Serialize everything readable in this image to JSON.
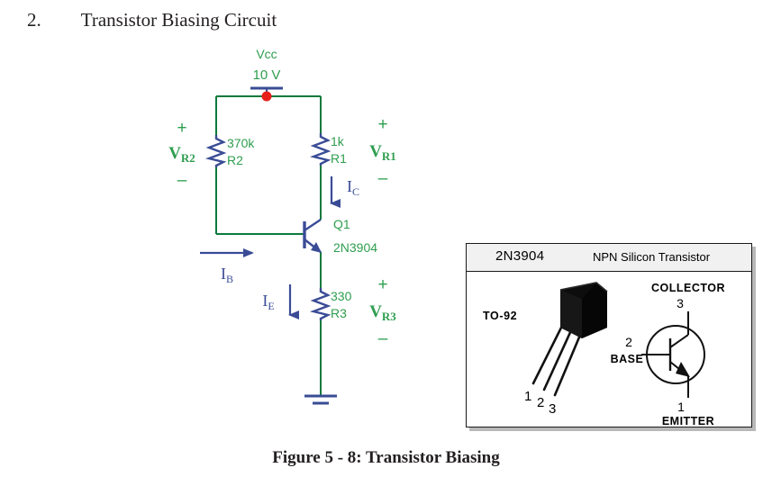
{
  "document": {
    "heading_number": "2.",
    "heading_title": "Transistor Biasing Circuit",
    "figure_caption": "Figure 5 - 8: Transistor Biasing"
  },
  "colors": {
    "wire_green": "#0b7a3b",
    "label_green": "#2e9e4f",
    "component_blue": "#3a4c96",
    "node_red": "#e8201a",
    "text_dark": "#231f20",
    "datasheet_header_bg": "#f1f1f1",
    "datasheet_border": "#1a1a1a"
  },
  "schematic": {
    "supply": {
      "name": "Vcc",
      "value": "10 V",
      "node_marker": "red-dot"
    },
    "components": [
      {
        "ref": "R2",
        "value": "370k",
        "type": "resistor",
        "branch": "left"
      },
      {
        "ref": "R1",
        "value": "1k",
        "type": "resistor",
        "branch": "collector"
      },
      {
        "ref": "R3",
        "value": "330",
        "type": "resistor",
        "branch": "emitter"
      },
      {
        "ref": "Q1",
        "value": "2N3904",
        "type": "npn-transistor",
        "branch": "center"
      }
    ],
    "voltage_labels": [
      {
        "name": "V",
        "sub": "R2",
        "plus": "+",
        "minus": "–"
      },
      {
        "name": "V",
        "sub": "R1",
        "plus": "+",
        "minus": "–"
      },
      {
        "name": "V",
        "sub": "R3",
        "plus": "+",
        "minus": "–"
      }
    ],
    "current_labels": [
      {
        "name": "I",
        "sub": "C",
        "direction": "down"
      },
      {
        "name": "I",
        "sub": "B",
        "direction": "right"
      },
      {
        "name": "I",
        "sub": "E",
        "direction": "down"
      }
    ],
    "ground": "ground-symbol"
  },
  "datasheet": {
    "part_number": "2N3904",
    "description": "NPN Silicon Transistor",
    "package_label": "TO-92",
    "pin_numbers": [
      "1",
      "2",
      "3"
    ],
    "symbol": {
      "collector_label": "COLLECTOR",
      "collector_pin": "3",
      "base_label": "BASE",
      "base_pin": "2",
      "emitter_label": "EMITTER",
      "emitter_pin": "1"
    }
  }
}
